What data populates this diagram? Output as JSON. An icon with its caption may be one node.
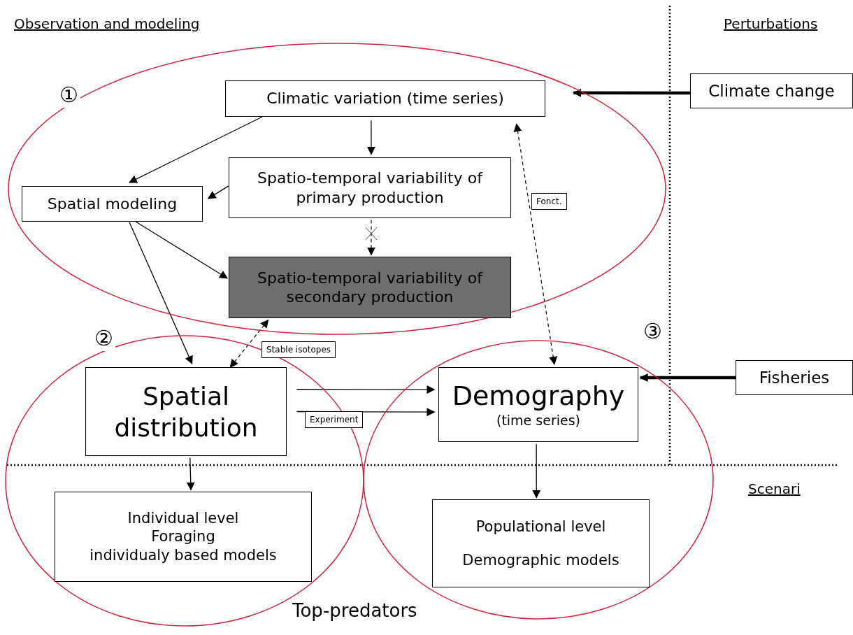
{
  "diagram": {
    "nodes": [
      {
        "text": [],
        "shape": "ellipse",
        "beside": [
          "①"
        ]
      },
      {
        "text": [
          "Climatic variation (time series)"
        ],
        "in": 0
      },
      {
        "text": [
          "Climate change"
        ]
      },
      {
        "text": [
          "Spatial modeling"
        ],
        "in": 0
      },
      {
        "text": [
          "Spatio-temporal variability of primary production"
        ],
        "in": 0
      },
      {
        "text": [
          "Spatio-temporal variability of secondary production"
        ],
        "in": 0
      },
      {
        "text": [],
        "shape": "ellipse",
        "beside": [
          "②"
        ]
      },
      {
        "text": [
          "Spatial distribution"
        ],
        "in": 6
      },
      {
        "text": [
          "Individual level",
          "Foraging",
          "individualy based models"
        ],
        "in": 6
      },
      {
        "text": [],
        "shape": "ellipse",
        "beside": [
          "③"
        ]
      },
      {
        "text": [
          "Demography",
          "(time series)"
        ],
        "in": 9
      },
      {
        "text": [
          "Fisheries"
        ]
      },
      {
        "text": [
          "Populational level",
          "Demographic models"
        ],
        "in": 9
      }
    ],
    "edges": [
      {
        "from": 2,
        "to": 0,
        "arrow": "to",
        "style": "thick"
      },
      {
        "from": 1,
        "to": 3,
        "arrow": "to"
      },
      {
        "from": 1,
        "to": 4,
        "arrow": "to"
      },
      {
        "from": 4,
        "to": 3,
        "arrow": "to"
      },
      {
        "from": 4,
        "to": 5,
        "arrow": "to",
        "style": "dashed"
      },
      {
        "from": 3,
        "to": 5,
        "arrow": "to"
      },
      {
        "from": 3,
        "to": 7,
        "arrow": "to"
      },
      {
        "from": 5,
        "to": 7,
        "arrow": "both",
        "style": "dashed",
        "label": "Stable isotopes"
      },
      {
        "from": 10,
        "to": 1,
        "arrow": "both",
        "style": "dashed",
        "label": "Fonct."
      },
      {
        "from": 7,
        "to": 10,
        "arrow": "to"
      },
      {
        "from": 7,
        "to": 10,
        "arrow": "to",
        "label": "Experiment"
      },
      {
        "from": 11,
        "to": 10,
        "arrow": "to",
        "style": "thick"
      },
      {
        "from": 7,
        "to": 8,
        "arrow": "to"
      },
      {
        "from": 10,
        "to": 12,
        "arrow": "to"
      }
    ],
    "labels": [
      "Observation and modeling",
      "Perturbations",
      "Scenari",
      "Top-predators"
    ]
  }
}
